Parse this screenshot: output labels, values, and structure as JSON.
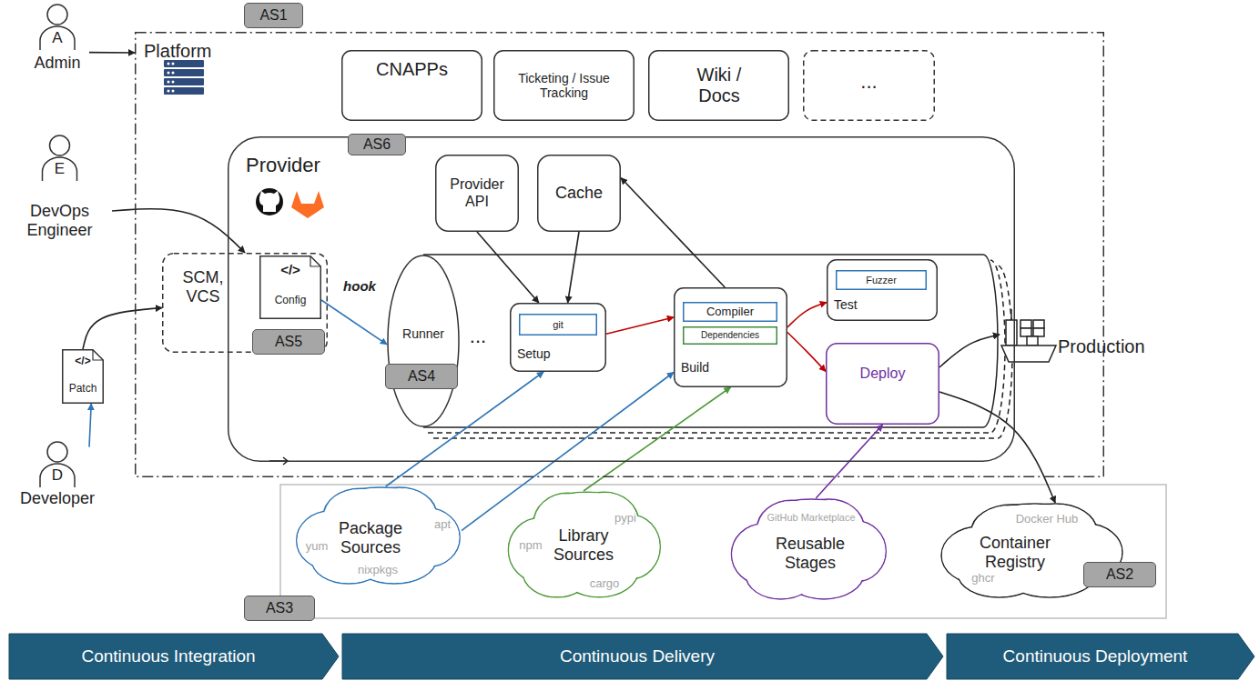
{
  "diagram": {
    "nodes": [
      {
        "text": [
          "A",
          "Admin"
        ]
      },
      {
        "text": [
          "E",
          "DevOps Engineer"
        ]
      },
      {
        "text": [
          "D",
          "Developer"
        ]
      },
      {
        "text": [
          "Patch"
        ]
      },
      {
        "text": [
          "Platform"
        ]
      },
      {
        "text": [
          "CNAPPs"
        ],
        "in": 4
      },
      {
        "text": [
          "Ticketing / Issue Tracking"
        ],
        "in": 4
      },
      {
        "text": [
          "Wiki / Docs"
        ],
        "in": 4
      },
      {
        "text": [
          "..."
        ],
        "in": 4
      },
      {
        "text": [
          "Provider"
        ],
        "in": 4
      },
      {
        "text": [
          "SCM, VCS"
        ],
        "in": 9
      },
      {
        "text": [
          "Config"
        ],
        "in": 10
      },
      {
        "text": [
          "Provider API"
        ],
        "in": 9
      },
      {
        "text": [
          "Cache"
        ],
        "in": 9
      },
      {
        "text": [
          "Runner"
        ],
        "in": 9
      },
      {
        "text": [
          "Setup"
        ],
        "in": 9
      },
      {
        "text": [
          "git"
        ],
        "in": 15
      },
      {
        "text": [
          "Build"
        ],
        "in": 9
      },
      {
        "text": [
          "Compiler"
        ],
        "in": 17
      },
      {
        "text": [
          "Dependencies"
        ],
        "in": 17
      },
      {
        "text": [
          "Test"
        ],
        "in": 9
      },
      {
        "text": [
          "Fuzzer"
        ],
        "in": 20
      },
      {
        "text": [
          "Deploy"
        ],
        "in": 9
      },
      {
        "text": [
          "Production"
        ]
      },
      {
        "text": [
          "Package Sources",
          "yum",
          "apt",
          "nixpkgs"
        ]
      },
      {
        "text": [
          "Library Sources",
          "npm",
          "pypi",
          "cargo"
        ]
      },
      {
        "text": [
          "GitHub Marketplace",
          "Reusable Stages"
        ]
      },
      {
        "text": [
          "Docker Hub",
          "Container Registry",
          "ghcr"
        ]
      },
      {
        "text": [
          "Continuous Integration"
        ]
      },
      {
        "text": [
          "Continuous Delivery"
        ]
      },
      {
        "text": [
          "Continuous Deployment"
        ]
      }
    ],
    "edges": [
      {
        "from": 0,
        "to": 4,
        "arrow": "to"
      },
      {
        "from": 1,
        "to": 10,
        "arrow": "to"
      },
      {
        "from": 2,
        "to": 3,
        "arrow": "to"
      },
      {
        "from": 3,
        "to": 10,
        "arrow": "to"
      },
      {
        "from": 11,
        "to": 14,
        "label": "hook",
        "arrow": "to"
      },
      {
        "from": 12,
        "to": 15,
        "arrow": "to"
      },
      {
        "from": 13,
        "to": 15,
        "arrow": "to"
      },
      {
        "from": 17,
        "to": 13,
        "arrow": "to"
      },
      {
        "from": 15,
        "to": 17,
        "arrow": "to"
      },
      {
        "from": 17,
        "to": 20,
        "arrow": "to"
      },
      {
        "from": 17,
        "to": 22,
        "arrow": "to"
      },
      {
        "from": 24,
        "to": 15,
        "arrow": "to"
      },
      {
        "from": 24,
        "to": 17,
        "arrow": "to"
      },
      {
        "from": 25,
        "to": 17,
        "arrow": "to"
      },
      {
        "from": 26,
        "to": 22,
        "arrow": "to"
      },
      {
        "from": 22,
        "to": 23,
        "arrow": "to"
      },
      {
        "from": 22,
        "to": 27,
        "arrow": "to"
      }
    ],
    "labels": [
      "AS1",
      "AS6",
      "AS5",
      "AS4",
      "AS2",
      "AS3",
      "...",
      "</>",
      "</>"
    ]
  }
}
